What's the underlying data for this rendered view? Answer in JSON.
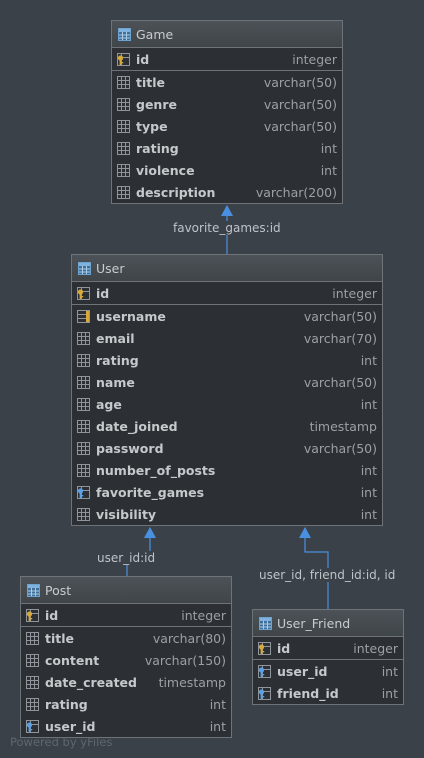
{
  "tables": {
    "game": {
      "name": "Game",
      "pk": {
        "name": "id",
        "type": "integer"
      },
      "columns": [
        {
          "name": "title",
          "type": "varchar(50)"
        },
        {
          "name": "genre",
          "type": "varchar(50)"
        },
        {
          "name": "type",
          "type": "varchar(50)"
        },
        {
          "name": "rating",
          "type": "int"
        },
        {
          "name": "violence",
          "type": "int"
        },
        {
          "name": "description",
          "type": "varchar(200)"
        }
      ]
    },
    "user": {
      "name": "User",
      "pk": {
        "name": "id",
        "type": "integer"
      },
      "columns": [
        {
          "name": "username",
          "type": "varchar(50)",
          "icon": "unique-index-icon"
        },
        {
          "name": "email",
          "type": "varchar(70)"
        },
        {
          "name": "rating",
          "type": "int"
        },
        {
          "name": "name",
          "type": "varchar(50)"
        },
        {
          "name": "age",
          "type": "int"
        },
        {
          "name": "date_joined",
          "type": "timestamp"
        },
        {
          "name": "password",
          "type": "varchar(50)"
        },
        {
          "name": "number_of_posts",
          "type": "int"
        },
        {
          "name": "favorite_games",
          "type": "int",
          "icon": "foreign-key-icon"
        },
        {
          "name": "visibility",
          "type": "int"
        }
      ]
    },
    "post": {
      "name": "Post",
      "pk": {
        "name": "id",
        "type": "integer"
      },
      "columns": [
        {
          "name": "title",
          "type": "varchar(80)"
        },
        {
          "name": "content",
          "type": "varchar(150)"
        },
        {
          "name": "date_created",
          "type": "timestamp"
        },
        {
          "name": "rating",
          "type": "int"
        },
        {
          "name": "user_id",
          "type": "int",
          "icon": "foreign-key-icon"
        }
      ]
    },
    "user_friend": {
      "name": "User_Friend",
      "pk": {
        "name": "id",
        "type": "integer"
      },
      "columns": [
        {
          "name": "user_id",
          "type": "int",
          "icon": "foreign-key-icon"
        },
        {
          "name": "friend_id",
          "type": "int",
          "icon": "foreign-key-icon"
        }
      ]
    }
  },
  "relations": {
    "user_game": "favorite_games:id",
    "post_user": "user_id:id",
    "friend_user": "user_id, friend_id:id, id"
  },
  "footer": {
    "watermark": "Powered by yFiles"
  },
  "colors": {
    "edge": "#4a90e0",
    "background": "#3a4148",
    "pk_key": "#d7a93a"
  }
}
